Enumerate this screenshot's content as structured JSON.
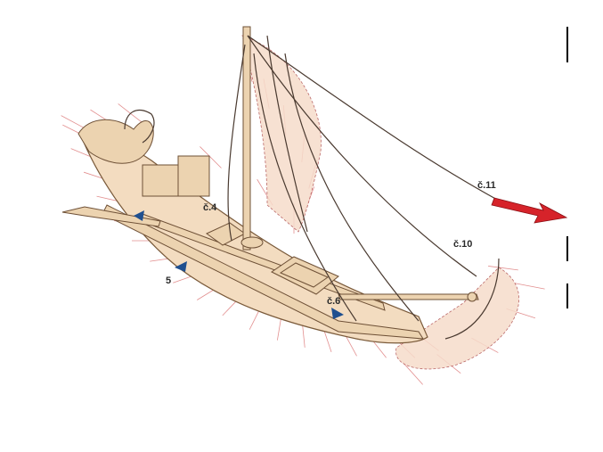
{
  "diagram": {
    "labels": {
      "c4": "č.4",
      "c5": "5",
      "c6": "č.6",
      "c10": "č.10",
      "c11": "č.11"
    },
    "colors": {
      "hull_fill": "#f3dcc0",
      "sail_fill": "#f6dccb",
      "force_arrow": "#d6232a",
      "small_arrows": "#1f4f8f",
      "hatch_lines": "#d96a6a"
    }
  }
}
